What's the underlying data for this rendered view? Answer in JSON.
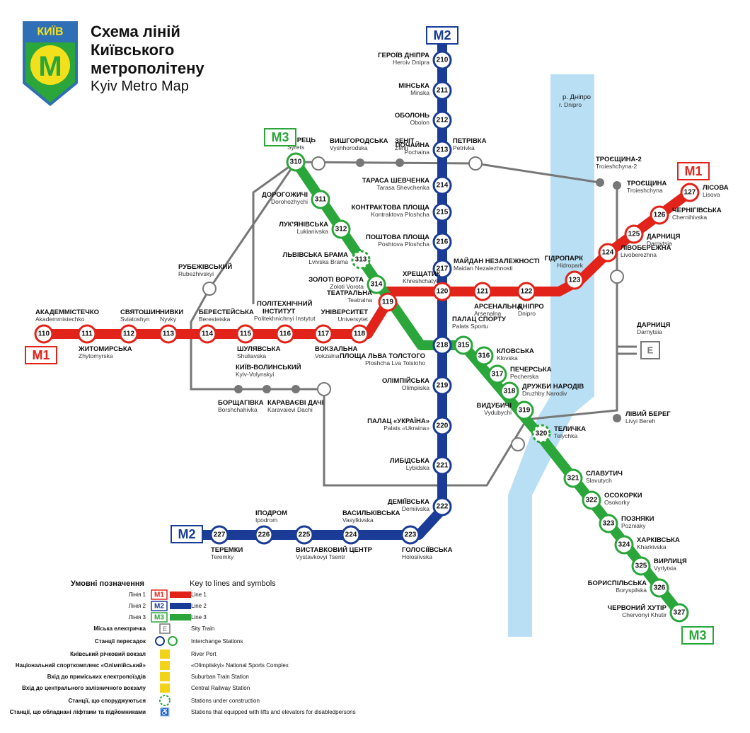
{
  "header": {
    "logo_text": "КИЇВ",
    "logo_letter": "M",
    "title_line1": "Схема ліній",
    "title_line2": "Київського",
    "title_line3": "метрополітену",
    "title_en": "Kyiv Metro Map"
  },
  "colors": {
    "m1": "#e2231a",
    "m2": "#1a3c96",
    "m3": "#2aa63a",
    "river": "#b9dff4",
    "city_train": "#777777"
  },
  "line_labels": {
    "m1": "M1",
    "m2": "M2",
    "m3": "M3"
  },
  "river": {
    "ua": "р. Дніпро",
    "en": "r. Dnipro"
  },
  "stations": [
    {
      "num": "110",
      "ua": "АКАДЕММІСТЕЧКО",
      "en": "Akademmistechko"
    },
    {
      "num": "111",
      "ua": "ЖИТОМИРСЬКА",
      "en": "Zhytomyrska"
    },
    {
      "num": "112",
      "ua": "СВЯТОШИН",
      "en": "Sviatoshyn"
    },
    {
      "num": "113",
      "ua": "НИВКИ",
      "en": "Nyvky"
    },
    {
      "num": "114",
      "ua": "БЕРЕСТЕЙСЬКА",
      "en": "Beresteiska"
    },
    {
      "num": "115",
      "ua": "ШУЛЯВСЬКА",
      "en": "Shuliavska"
    },
    {
      "num": "116",
      "ua": "ПОЛІТЕХНІЧНИЙ ІНСТИТУТ",
      "ua2": "ПОЛІТЕХНІЧНИЙ",
      "ua3": "ІНСТИТУТ",
      "en": "Politekhnichnyi Instytut"
    },
    {
      "num": "117",
      "ua": "ВОКЗАЛЬНА",
      "en": "Vokzalna"
    },
    {
      "num": "118",
      "ua": "УНІВЕРСИТЕТ",
      "en": "Universytet"
    },
    {
      "num": "119",
      "ua": "ТЕАТРАЛЬНА",
      "en": "Teatralna"
    },
    {
      "num": "120",
      "ua": "ХРЕЩАТИК",
      "en": "Khreshchatyk"
    },
    {
      "num": "121",
      "ua": "АРСЕНАЛЬНА",
      "en": "Arsenalna"
    },
    {
      "num": "122",
      "ua": "ДНІПРО",
      "en": "Dnipro"
    },
    {
      "num": "123",
      "ua": "ГІДРОПАРК",
      "en": "Hidropark"
    },
    {
      "num": "124",
      "ua": "ЛІВОБЕРЕЖНА",
      "en": "Livoberezhna"
    },
    {
      "num": "125",
      "ua": "ДАРНИЦЯ",
      "en": "Darnytsia"
    },
    {
      "num": "126",
      "ua": "ЧЕРНІГІВСЬКА",
      "en": "Chernihivska"
    },
    {
      "num": "127",
      "ua": "ЛІСОВА",
      "en": "Lisova"
    },
    {
      "num": "210",
      "ua": "ГЕРОЇВ ДНІПРА",
      "en": "Heroiv Dnipra"
    },
    {
      "num": "211",
      "ua": "МІНСЬКА",
      "en": "Minska"
    },
    {
      "num": "212",
      "ua": "ОБОЛОНЬ",
      "en": "Obolon"
    },
    {
      "num": "213",
      "ua": "ПОЧАЙНА",
      "en": "Pochaina"
    },
    {
      "num": "214",
      "ua": "ТАРАСА ШЕВЧЕНКА",
      "en": "Tarasa Shevchenka"
    },
    {
      "num": "215",
      "ua": "КОНТРАКТОВА ПЛОЩА",
      "en": "Kontraktova Ploshcha"
    },
    {
      "num": "216",
      "ua": "ПОШТОВА ПЛОЩА",
      "en": "Poshtova Ploshcha"
    },
    {
      "num": "217",
      "ua": "МАЙДАН НЕЗАЛЕЖНОСТІ",
      "en": "Maidan Nezalezhnosti"
    },
    {
      "num": "218",
      "ua": "ПЛОЩА ЛЬВА ТОЛСТОГО",
      "en": "Ploshcha Lva Tolstoho"
    },
    {
      "num": "219",
      "ua": "ОЛІМПІЙСЬКА",
      "en": "Olimpiiska"
    },
    {
      "num": "220",
      "ua": "ПАЛАЦ «УКРАЇНА»",
      "en": "Palats «Ukraina»"
    },
    {
      "num": "221",
      "ua": "ЛИБІДСЬКА",
      "en": "Lybidska"
    },
    {
      "num": "222",
      "ua": "ДЕМІЇВСЬКА",
      "en": "Demiivska"
    },
    {
      "num": "223",
      "ua": "ГОЛОСІЇВСЬКА",
      "en": "Holosiivska"
    },
    {
      "num": "224",
      "ua": "ВАСИЛЬКІВСЬКА",
      "en": "Vasylkivska"
    },
    {
      "num": "225",
      "ua": "ВИСТАВКОВИЙ ЦЕНТР",
      "en": "Vystavkovyi Tsentr"
    },
    {
      "num": "226",
      "ua": "ІПОДРОМ",
      "en": "Ipodrom"
    },
    {
      "num": "227",
      "ua": "ТЕРЕМКИ",
      "en": "Teremky"
    },
    {
      "num": "310",
      "ua": "СИРЕЦЬ",
      "en": "Syrets"
    },
    {
      "num": "311",
      "ua": "ДОРОГОЖИЧІ",
      "en": "Dorohozhychi"
    },
    {
      "num": "312",
      "ua": "ЛУК'ЯНІВСЬКА",
      "en": "Lukianivska"
    },
    {
      "num": "313",
      "ua": "ЛЬВІВСЬКА БРАМА",
      "en": "Lvivska Brama"
    },
    {
      "num": "314",
      "ua": "ЗОЛОТІ ВОРОТА",
      "en": "Zoloti Vorota"
    },
    {
      "num": "315",
      "ua": "ПАЛАЦ СПОРТУ",
      "en": "Palats Sportu"
    },
    {
      "num": "316",
      "ua": "КЛОВСЬКА",
      "en": "Klovska"
    },
    {
      "num": "317",
      "ua": "ПЕЧЕРСЬКА",
      "en": "Pecherska"
    },
    {
      "num": "318",
      "ua": "ДРУЖБИ НАРОДІВ",
      "en": "Druzhby Narodiv"
    },
    {
      "num": "319",
      "ua": "ВИДУБИЧІ",
      "en": "Vydubychi"
    },
    {
      "num": "320",
      "ua": "ТЕЛИЧКА",
      "en": "Telychka"
    },
    {
      "num": "321",
      "ua": "СЛАВУТИЧ",
      "en": "Slavutych"
    },
    {
      "num": "322",
      "ua": "ОСОКОРКИ",
      "en": "Osokorky"
    },
    {
      "num": "323",
      "ua": "ПОЗНЯКИ",
      "en": "Pozniaky"
    },
    {
      "num": "324",
      "ua": "ХАРКІВСЬКА",
      "en": "Kharkivska"
    },
    {
      "num": "325",
      "ua": "ВИРЛИЦЯ",
      "en": "Vyrlytsia"
    },
    {
      "num": "326",
      "ua": "БОРИСПІЛЬСЬКА",
      "en": "Boryspilska"
    },
    {
      "num": "327",
      "ua": "ЧЕРВОНИЙ ХУТІР",
      "en": "Chervonyi Khutir"
    }
  ],
  "city_train_stations": [
    {
      "ua": "ВИШГОРОДСЬКА",
      "en": "Vyshhorodska"
    },
    {
      "ua": "ЗЕНІТ",
      "en": "Zenit"
    },
    {
      "ua": "ПЕТРІВКА",
      "en": "Petrivka"
    },
    {
      "ua": "ТРОЄЩИНА-2",
      "en": "Troieshchyna-2"
    },
    {
      "ua": "ТРОЄЩИНА",
      "en": "Troieshchyna"
    },
    {
      "ua": "РУБЕЖІВСЬКИЙ",
      "en": "Rubezhivskyi"
    },
    {
      "ua": "КИЇВ-ВОЛИНСЬКИЙ",
      "en": "Kyiv-Volynskyi"
    },
    {
      "ua": "БОРЩАГІВКА",
      "en": "Borshchahivka"
    },
    {
      "ua": "КАРАВАЄВІ ДАЧІ",
      "en": "Karavaievi Dachi"
    },
    {
      "ua": "ДАРНИЦЯ",
      "en": "Darnytsia"
    },
    {
      "ua": "ЛІВИЙ БЕРЕГ",
      "en": "Livyi Bereh"
    }
  ],
  "legend": {
    "heading_ua": "Умовні позначення",
    "heading_en": "Key to lines and symbols",
    "city_train_mark": "E",
    "rows": [
      {
        "ua": "Лінія 1",
        "en": "Line 1"
      },
      {
        "ua": "Лінія 2",
        "en": "Line 2"
      },
      {
        "ua": "Лінія 3",
        "en": "Line 3"
      },
      {
        "ua": "Міська електричка",
        "en": "Sity Train"
      },
      {
        "ua": "Станції пересадок",
        "en": "Interchange Stations"
      },
      {
        "ua": "Київський річковий вокзал",
        "en": "River Port"
      },
      {
        "ua": "Національний спорткомплекс «Олімпійський»",
        "en": "«Olimpiiskyi» National Sports Complex"
      },
      {
        "ua": "Вхід до приміських електропоїздів",
        "en": "Suburban Train Station"
      },
      {
        "ua": "Вхід до центрального залізничного вокзалу",
        "en": "Central Railway Station"
      },
      {
        "ua": "Станції, що споруджуються",
        "en": "Stations under construction"
      },
      {
        "ua": "Станції, що обладнані ліфтами та підйомниками",
        "en": "Stations that equipped with lifts and elevators for disabledpersons"
      }
    ]
  }
}
